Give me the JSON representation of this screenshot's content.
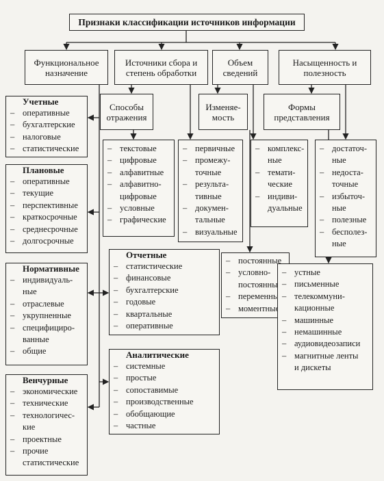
{
  "title": "Признаки классификации источников информации",
  "criteria": [
    {
      "label": "Функциональное назначение"
    },
    {
      "label": "Источники сбора и степень обработки"
    },
    {
      "label": "Объем сведений"
    },
    {
      "label": "Насыщенность и полезность"
    }
  ],
  "subcriteria": [
    {
      "label": "Способы отражения"
    },
    {
      "label": "Изменяе-мость"
    },
    {
      "label": "Формы представления"
    }
  ],
  "functional": [
    {
      "heading": "Учетные",
      "items": [
        {
          "text": "оперативные",
          "dash": true
        },
        {
          "text": "бухгалтерские",
          "dash": true
        },
        {
          "text": "налоговые",
          "dash": true
        },
        {
          "text": "статистические",
          "dash": true
        }
      ]
    },
    {
      "heading": "Плановые",
      "items": [
        {
          "text": "оперативные",
          "dash": true
        },
        {
          "text": "текущие",
          "dash": true
        },
        {
          "text": "перспективные",
          "dash": true
        },
        {
          "text": "краткосрочные",
          "dash": true
        },
        {
          "text": "среднесрочные",
          "dash": true
        },
        {
          "text": "долгосрочные",
          "dash": true
        }
      ]
    },
    {
      "heading": "Нормативные",
      "items": [
        {
          "text": "индивидуаль-",
          "dash": true
        },
        {
          "text": "ные",
          "dash": false
        },
        {
          "text": "отраслевые",
          "dash": true
        },
        {
          "text": "укрупненные",
          "dash": true
        },
        {
          "text": "специфициро-",
          "dash": true
        },
        {
          "text": "ванные",
          "dash": false
        },
        {
          "text": "общие",
          "dash": true
        }
      ]
    },
    {
      "heading": "Венчурные",
      "items": [
        {
          "text": "экономические",
          "dash": true
        },
        {
          "text": "технические",
          "dash": true
        },
        {
          "text": "технологичес-",
          "dash": true
        },
        {
          "text": "кие",
          "dash": false
        },
        {
          "text": "проектные",
          "dash": true
        },
        {
          "text": "прочие",
          "dash": true
        },
        {
          "text": "статистические",
          "dash": false
        }
      ]
    },
    {
      "heading": "Отчетные",
      "items": [
        {
          "text": "статистические",
          "dash": true
        },
        {
          "text": "финансовые",
          "dash": true
        },
        {
          "text": "бухгалтерские",
          "dash": true
        },
        {
          "text": "годовые",
          "dash": true
        },
        {
          "text": "квартальные",
          "dash": true
        },
        {
          "text": "оперативные",
          "dash": true
        }
      ]
    },
    {
      "heading": "Аналитические",
      "items": [
        {
          "text": "системные",
          "dash": true
        },
        {
          "text": "простые",
          "dash": true
        },
        {
          "text": "сопоставимые",
          "dash": true
        },
        {
          "text": "производственные",
          "dash": true
        },
        {
          "text": "обобщающие",
          "dash": true
        },
        {
          "text": "частные",
          "dash": true
        }
      ]
    }
  ],
  "reflection": [
    {
      "text": "текстовые",
      "dash": true
    },
    {
      "text": "цифровые",
      "dash": true
    },
    {
      "text": "алфавитные",
      "dash": true
    },
    {
      "text": "алфавитно-",
      "dash": true
    },
    {
      "text": "цифровые",
      "dash": false
    },
    {
      "text": "условные",
      "dash": true
    },
    {
      "text": "графические",
      "dash": true
    }
  ],
  "processing": [
    {
      "text": "первичные",
      "dash": true
    },
    {
      "text": "промежу-",
      "dash": true
    },
    {
      "text": "точные",
      "dash": false
    },
    {
      "text": "результа-",
      "dash": true
    },
    {
      "text": "тивные",
      "dash": false
    },
    {
      "text": "докумен-",
      "dash": true
    },
    {
      "text": "тальные",
      "dash": false
    },
    {
      "text": "визуальные",
      "dash": true
    }
  ],
  "volume": [
    {
      "text": "комплекс-",
      "dash": true
    },
    {
      "text": "ные",
      "dash": false
    },
    {
      "text": "темати-",
      "dash": true
    },
    {
      "text": "ческие",
      "dash": false
    },
    {
      "text": "индиви-",
      "dash": true
    },
    {
      "text": "дуальные",
      "dash": false
    }
  ],
  "usefulness": [
    {
      "text": "достаточ-",
      "dash": true
    },
    {
      "text": "ные",
      "dash": false
    },
    {
      "text": "недоста-",
      "dash": true
    },
    {
      "text": "точные",
      "dash": false
    },
    {
      "text": "избыточ-",
      "dash": true
    },
    {
      "text": "ные",
      "dash": false
    },
    {
      "text": "полезные",
      "dash": true
    },
    {
      "text": "бесполез-",
      "dash": true
    },
    {
      "text": "ные",
      "dash": false
    }
  ],
  "changeability": [
    {
      "text": "постоянные",
      "dash": true
    },
    {
      "text": "условно-",
      "dash": true
    },
    {
      "text": "постоянные",
      "dash": false
    },
    {
      "text": "переменные",
      "dash": true
    },
    {
      "text": "моментные",
      "dash": true
    }
  ],
  "forms": [
    {
      "text": "устные",
      "dash": true
    },
    {
      "text": "письменные",
      "dash": true
    },
    {
      "text": "телекоммуни-",
      "dash": true
    },
    {
      "text": "кационные",
      "dash": false
    },
    {
      "text": "машинные",
      "dash": true
    },
    {
      "text": "немашинные",
      "dash": true
    },
    {
      "text": "аудиовидеозаписи",
      "dash": true
    },
    {
      "text": "магнитные ленты",
      "dash": true
    },
    {
      "text": "и дискеты",
      "dash": false
    }
  ]
}
